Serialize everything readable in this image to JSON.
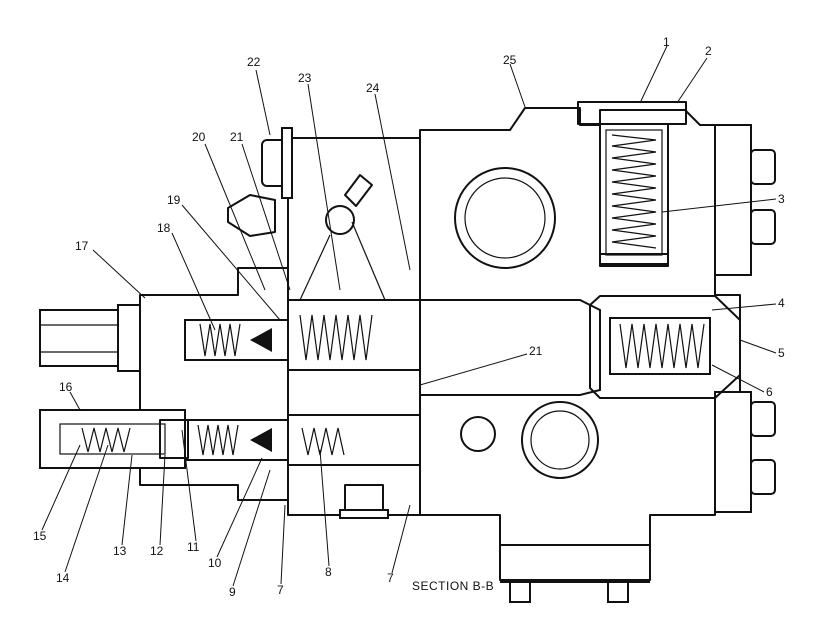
{
  "caption": "SECTION B-B",
  "callouts": [
    {
      "id": "c1",
      "text": "1"
    },
    {
      "id": "c2",
      "text": "2"
    },
    {
      "id": "c3",
      "text": "3"
    },
    {
      "id": "c4",
      "text": "4"
    },
    {
      "id": "c5",
      "text": "5"
    },
    {
      "id": "c6",
      "text": "6"
    },
    {
      "id": "c7a",
      "text": "7"
    },
    {
      "id": "c7b",
      "text": "7"
    },
    {
      "id": "c8",
      "text": "8"
    },
    {
      "id": "c9",
      "text": "9"
    },
    {
      "id": "c10",
      "text": "10"
    },
    {
      "id": "c11",
      "text": "11"
    },
    {
      "id": "c12",
      "text": "12"
    },
    {
      "id": "c13",
      "text": "13"
    },
    {
      "id": "c14",
      "text": "14"
    },
    {
      "id": "c15",
      "text": "15"
    },
    {
      "id": "c16",
      "text": "16"
    },
    {
      "id": "c17",
      "text": "17"
    },
    {
      "id": "c18",
      "text": "18"
    },
    {
      "id": "c19",
      "text": "19"
    },
    {
      "id": "c20",
      "text": "20"
    },
    {
      "id": "c21a",
      "text": "21"
    },
    {
      "id": "c21b",
      "text": "21"
    },
    {
      "id": "c22",
      "text": "22"
    },
    {
      "id": "c23",
      "text": "23"
    },
    {
      "id": "c24",
      "text": "24"
    },
    {
      "id": "c25",
      "text": "25"
    }
  ]
}
